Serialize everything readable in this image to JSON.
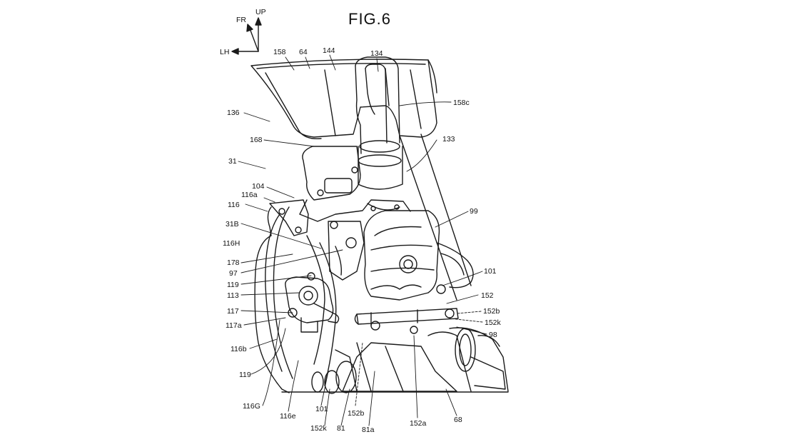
{
  "figure": {
    "title": "FIG.6",
    "directions": {
      "fr": "FR",
      "up": "UP",
      "lh": "LH"
    },
    "labels": {
      "n158": "158",
      "n64": "64",
      "n144": "144",
      "n134": "134",
      "n158c": "158c",
      "n136": "136",
      "n168": "168",
      "n133": "133",
      "n31": "31",
      "n104": "104",
      "n116a": "116a",
      "n116": "116",
      "n31B": "31B",
      "n116H": "116H",
      "n99": "99",
      "n178": "178",
      "n97": "97",
      "n119a": "119",
      "n113": "113",
      "n101a": "101",
      "n152": "152",
      "n117": "117",
      "n152b_r": "152b",
      "n152k_r": "152k",
      "n117a": "117a",
      "n98": "98",
      "n116b": "116b",
      "n119b": "119",
      "n116G": "116G",
      "n116e": "116e",
      "n101b": "101",
      "n152b_b": "152b",
      "n152a": "152a",
      "n68": "68",
      "n152k_b": "152k",
      "n81": "81",
      "n81a": "81a"
    }
  }
}
